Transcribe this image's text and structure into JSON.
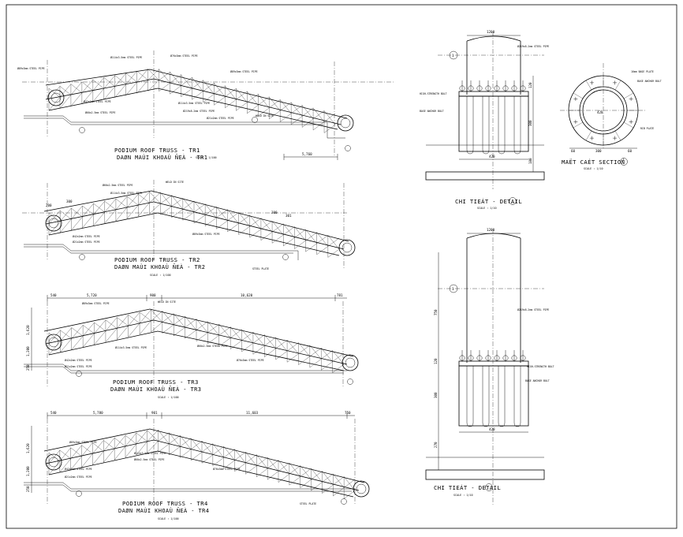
{
  "drawing": {
    "trusses": [
      {
        "title": "PODIUM ROOF TRUSS - TR1",
        "subtitle": "DAØN MAÙI KHOAÙ ÑEÀ - TR1",
        "scale": "SCALE : 1/100",
        "dims": [
          "5,760"
        ],
        "labels": [
          "Ø89x3mm STEEL PIPE",
          "Ø114x3.5mm STEEL PIPE",
          "Ø42x2mm STEEL PIPE",
          "Ø60x2.5mm STEEL PIPE",
          "Ø114x3.5mm STEEL PIPE",
          "Ø89x3mm STEEL PIPE",
          "WELD IN SITE",
          "Ø219x8.2mm STEEL PIPE",
          "Ø21x2mm STEEL PIPE",
          "Ø76x3mm STEEL PIPE"
        ]
      },
      {
        "title": "PODIUM ROOF TRUSS - TR2",
        "subtitle": "DAØN MAÙI KHOAÙ ÑEÀ - TR2",
        "scale": "SCALE : 1/100",
        "dims": [
          "200",
          "300",
          "300",
          "301"
        ],
        "labels": [
          "Ø60x2.5mm STEEL PIPE",
          "Ø114x3.5mm STEEL PIPE",
          "WELD IN SITE",
          "Ø42x2mm STEEL PIPE",
          "Ø89x3mm STEEL PIPE",
          "Ø21x2mm STEEL PIPE",
          "STEEL PLATE"
        ]
      },
      {
        "title": "PODIUM ROOF TRUSS - TR3",
        "subtitle": "DAØN MAÙI KHOAÙ ÑEÀ - TR3",
        "scale": "SCALE : 1/100",
        "dims": [
          "540",
          "5,720",
          "900",
          "10,620",
          "781",
          "1,620",
          "1,200",
          "250"
        ],
        "labels": [
          "Ø89x3mm STEEL PIPE",
          "WELD IN SITE",
          "Ø114x3.5mm STEEL PIPE",
          "Ø42x2mm STEEL PIPE",
          "Ø60x2.5mm STEEL PIPE",
          "Ø21x2mm STEEL PIPE",
          "Ø76x3mm STEEL PIPE"
        ]
      },
      {
        "title": "PODIUM ROOF TRUSS - TR4",
        "subtitle": "DAØN MAÙI KHOAÙ ÑEÀ - TR4",
        "scale": "SCALE : 1/100",
        "dims": [
          "540",
          "5,780",
          "901",
          "11,603",
          "750",
          "1,620",
          "1,200",
          "250"
        ],
        "labels": [
          "Ø89x3mm STEEL PIPE",
          "Ø114x3.5mm STEEL PIPE",
          "Ø42x2mm STEEL PIPE",
          "Ø60x2.5mm STEEL PIPE",
          "Ø21x2mm STEEL PIPE",
          "Ø76x3mm STEEL PIPE",
          "STEEL PLATE"
        ]
      }
    ],
    "detail1": {
      "title": "CHI TIEÁT - DETAIL",
      "scale": "SCALE : 1/10",
      "dims": [
        "1200",
        "120",
        "300",
        "180",
        "420"
      ],
      "labels": [
        "Ø219x8.2mm STEEL PIPE",
        "HIGH-STRENGTH BOLT",
        "BASE ANCHOR BOLT"
      ]
    },
    "detail2": {
      "title": "CHI TIEÁT - DETAIL",
      "scale": "SCALE : 1/10",
      "dims": [
        "1200",
        "750",
        "120",
        "300",
        "270",
        "420"
      ],
      "labels": [
        "Ø219x8.2mm STEEL PIPE",
        "HIGH-STRENGTH BOLT",
        "BASE ANCHOR BOLT"
      ]
    },
    "section": {
      "title": "MAËT CAÉT SECTION",
      "scale": "SCALE : 1/10",
      "dims": [
        "420",
        "60",
        "300",
        "60"
      ],
      "labels": [
        "16mm BASE PLATE",
        "BASE ANCHOR BOLT",
        "RIB PLATE"
      ]
    },
    "markers": [
      "1",
      "1",
      "1"
    ]
  }
}
